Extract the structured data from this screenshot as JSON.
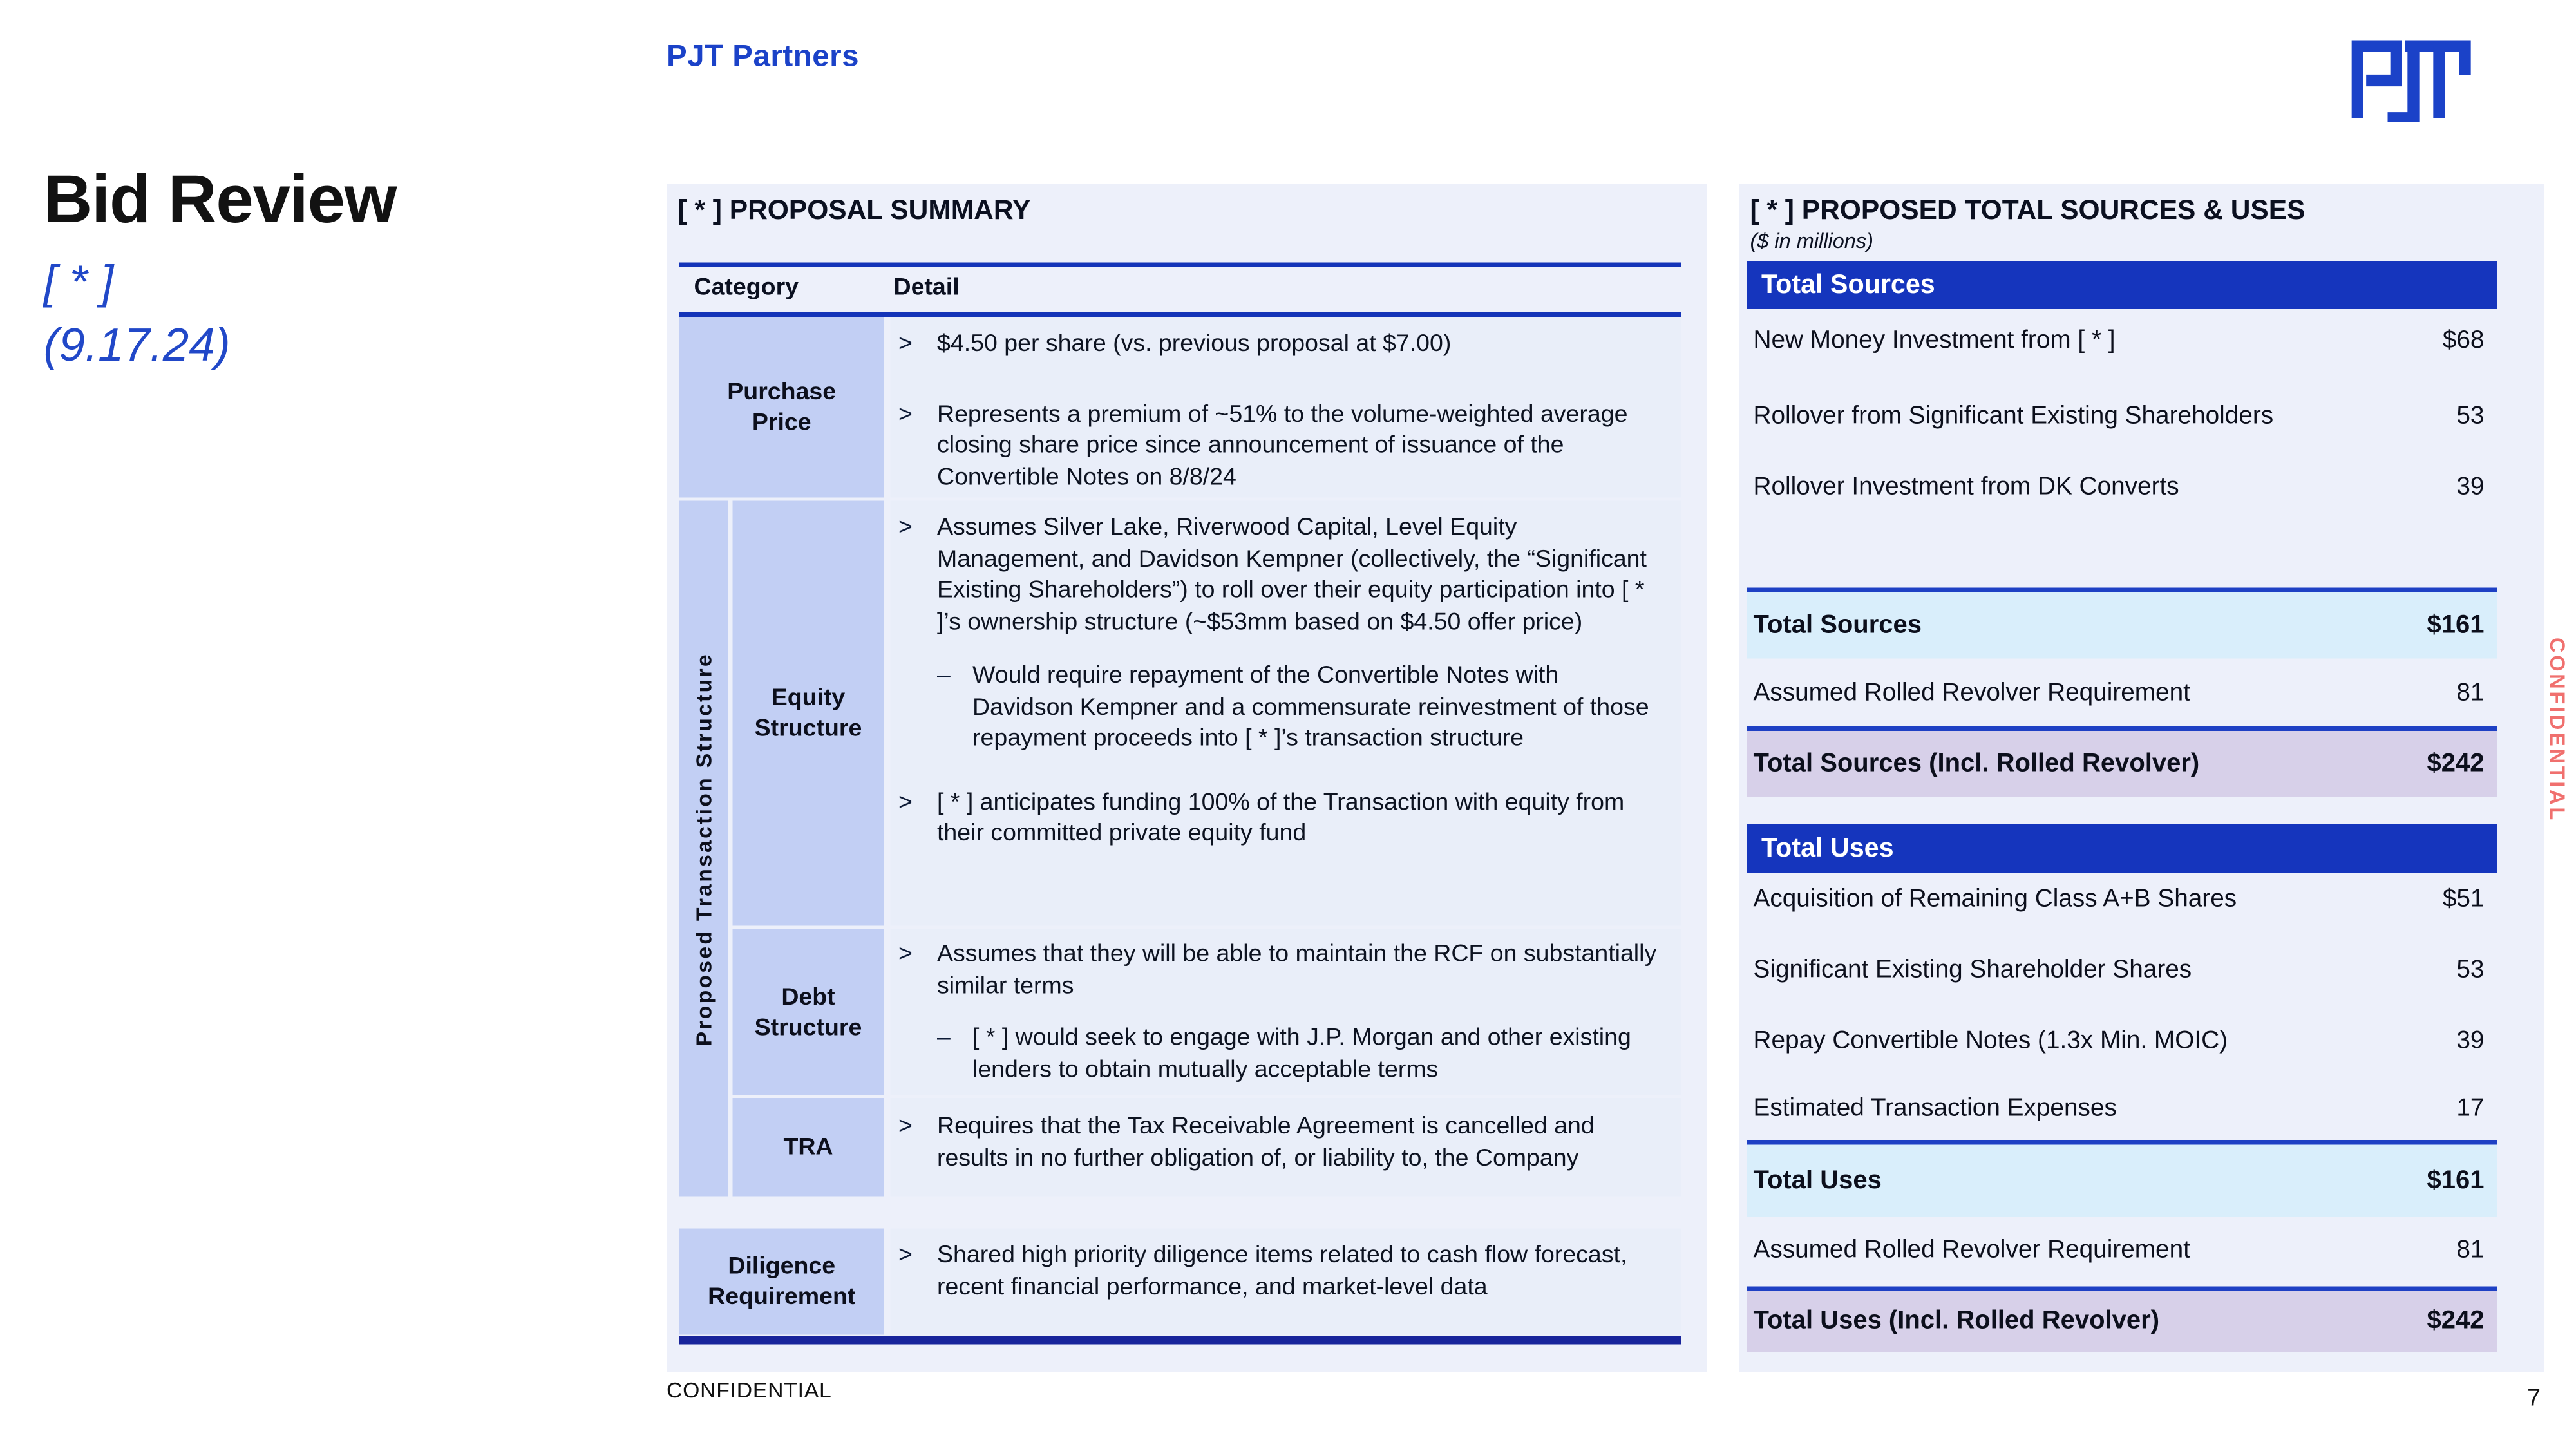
{
  "colors": {
    "brand_blue": "#1b42c8",
    "banner_blue": "#1535bd",
    "rule_blue": "#1434b8",
    "category_fill": "#c2cff4",
    "panel_fill": "#edf0fa",
    "total_light_blue": "#d9eefb",
    "total_lavender": "#d7d0e9",
    "watermark_red": "#f0706e"
  },
  "header": {
    "brand": "PJT Partners",
    "logo": "PJT"
  },
  "title_block": {
    "title": "Bid Review",
    "subtitle_1": "[ * ]",
    "subtitle_2": "(9.17.24)"
  },
  "proposal": {
    "title": "[ * ] PROPOSAL SUMMARY",
    "marker": ">",
    "sub_marker": "–",
    "columns": {
      "category": "Category",
      "detail": "Detail"
    },
    "group_label": "Proposed Transaction Structure",
    "rows": {
      "purchase": {
        "label": "Purchase Price",
        "b1": "$4.50 per share (vs. previous proposal at $7.00)",
        "b2": "Represents a premium of ~51% to the volume-weighted average closing share price since announcement of issuance of the Convertible Notes on 8/8/24"
      },
      "equity": {
        "label": "Equity Structure",
        "b1": "Assumes Silver Lake, Riverwood Capital, Level Equity Management, and Davidson Kempner (collectively, the “Significant Existing Shareholders”) to roll over their equity participation into [ * ]’s ownership structure (~$53mm based on $4.50 offer price)",
        "s1": "Would require repayment of the Convertible Notes with Davidson Kempner and a commensurate reinvestment of those repayment proceeds into [ * ]’s transaction structure",
        "b2": "[ * ] anticipates funding 100% of the Transaction with equity from their committed private equity fund"
      },
      "debt": {
        "label": "Debt Structure",
        "b1": "Assumes that they will be able to maintain the RCF on substantially similar terms",
        "s1": "[ * ] would seek to engage with J.P. Morgan and other existing lenders to obtain mutually acceptable terms"
      },
      "tra": {
        "label": "TRA",
        "b1": "Requires that the Tax Receivable Agreement is cancelled and results in no further obligation of, or liability to, the Company"
      },
      "diligence": {
        "label": "Diligence Requirement",
        "b1": "Shared high priority diligence items related to cash flow forecast, recent financial performance, and market-level data"
      }
    }
  },
  "sources_uses": {
    "title": "[ * ] PROPOSED TOTAL SOURCES & USES",
    "subtitle": "($ in millions)",
    "sources": {
      "banner": "Total Sources",
      "rows": [
        {
          "label": "New Money Investment from [ * ]",
          "value": "$68"
        },
        {
          "label": "Rollover from Significant Existing Shareholders",
          "value": "53"
        },
        {
          "label": "Rollover Investment from DK Converts",
          "value": "39"
        }
      ],
      "total": {
        "label": "Total Sources",
        "value": "$161"
      },
      "assumed": {
        "label": "Assumed Rolled Revolver Requirement",
        "value": "81"
      },
      "total_incl": {
        "label": "Total Sources (Incl. Rolled Revolver)",
        "value": "$242"
      }
    },
    "uses": {
      "banner": "Total Uses",
      "rows": [
        {
          "label": "Acquisition of Remaining Class A+B Shares",
          "value": "$51"
        },
        {
          "label": "Significant Existing Shareholder Shares",
          "value": "53"
        },
        {
          "label": "Repay Convertible Notes (1.3x Min. MOIC)",
          "value": "39"
        },
        {
          "label": "Estimated Transaction Expenses",
          "value": "17"
        }
      ],
      "total": {
        "label": "Total Uses",
        "value": "$161"
      },
      "assumed": {
        "label": "Assumed Rolled Revolver Requirement",
        "value": "81"
      },
      "total_incl": {
        "label": "Total Uses (Incl. Rolled Revolver)",
        "value": "$242"
      }
    }
  },
  "footer": {
    "confidential": "CONFIDENTIAL",
    "watermark": "CONFIDENTIAL",
    "page_number": "7"
  }
}
